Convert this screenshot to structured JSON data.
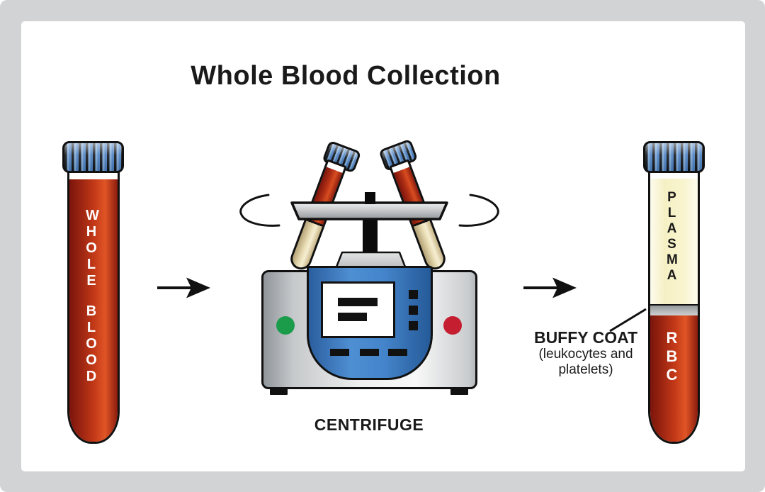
{
  "title": "Whole Blood Collection",
  "left_tube": {
    "label_top": "WHOLE",
    "label_bottom": "BLOOD",
    "cap_color": "#4a7fc1",
    "blood_color": "#c43a18"
  },
  "centrifuge": {
    "caption": "CENTRIFUGE",
    "panel_color": "#4484ca",
    "body_color": "#d9dbdc",
    "green_button_color": "#1a9c4b",
    "red_button_color": "#c41e30"
  },
  "result_tube": {
    "layers": [
      {
        "label": "PLASMA",
        "color": "#f5f0c4"
      },
      {
        "label": "BUFFY COAT",
        "color": "#c2c4c6"
      },
      {
        "label": "RBC",
        "color": "#c43a18"
      }
    ],
    "plasma_label": "PLASMA",
    "rbc_label": "RBC"
  },
  "buffy_coat": {
    "label": "BUFFY COAT",
    "sub_line1": "(leukocytes and",
    "sub_line2": "platelets)"
  },
  "icons": {
    "arrow_1": "arrow-right-icon",
    "arrow_2": "arrow-right-icon",
    "spin_left": "spin-arc-left-icon",
    "spin_right": "spin-arc-right-icon"
  },
  "frame_color": "#d1d3d4"
}
